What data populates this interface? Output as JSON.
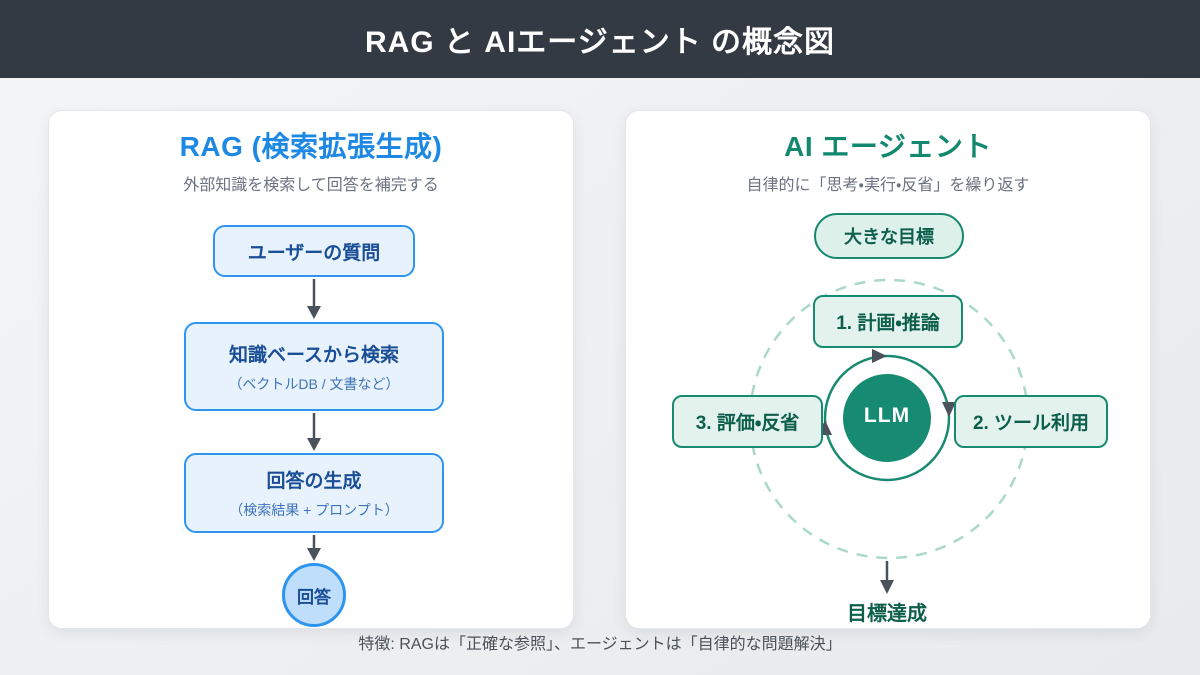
{
  "header": {
    "title": "RAG と AIエージェント の概念図"
  },
  "rag_card": {
    "title": "RAG (検索拡張生成)",
    "subtitle": "外部知識を検索して回答を補完する",
    "steps": [
      {
        "label": "ユーザーの質問",
        "sublabel": ""
      },
      {
        "label": "知識ベースから検索",
        "sublabel": "（ベクトルDB / 文書など）"
      },
      {
        "label": "回答の生成",
        "sublabel": "（検索結果 + プロンプト）"
      }
    ],
    "result_label": "回答"
  },
  "agent_card": {
    "title": "AI エージェント",
    "subtitle": "自律的に「思考・実行・反省」を繰り返す",
    "goal_label": "大きな目標",
    "cycle_steps": [
      {
        "label": "1. 計画・推論"
      },
      {
        "label": "2. ツール利用"
      },
      {
        "label": "3. 評価・反省"
      }
    ],
    "center_label": "LLM",
    "outcome_label": "目標達成"
  },
  "footer": {
    "caption": "特徴: RAGは「正確な参照」、エージェントは「自律的な問題解決」"
  },
  "colors": {
    "header_bg": "#343a44",
    "page_bg": "#eceef0",
    "rag_accent": "#1e88e5",
    "rag_border": "#2e95ef",
    "rag_box_fill": "#e8f2fd",
    "rag_text_dark": "#1a4e96",
    "rag_text_sub": "#3f74b8",
    "rag_circle_fill": "#bedefb",
    "agent_accent": "#12896e",
    "agent_border": "#178a70",
    "agent_box_fill": "#e3f2ed",
    "agent_text_dark": "#0d5f4c",
    "llm_circle_fill": "#178a72",
    "dashed_circle": "#a9d8cc",
    "arrow_gray": "#4c525b",
    "subtitle_gray": "#6b7280"
  }
}
